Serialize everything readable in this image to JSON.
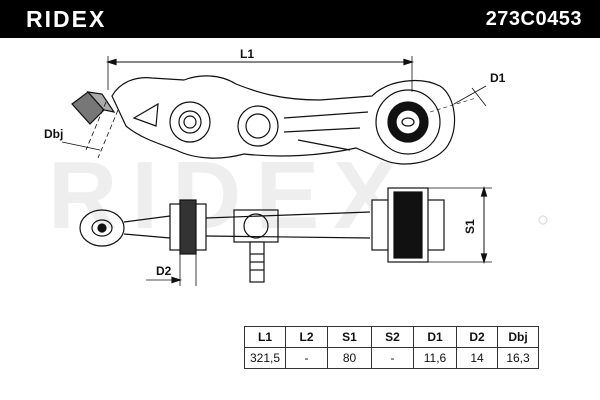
{
  "header": {
    "brand": "RIDEX",
    "part_number": "273C0453"
  },
  "watermark": "RIDEX",
  "dimension_labels": {
    "L1": "L1",
    "D1": "D1",
    "Dbj": "Dbj",
    "D2": "D2",
    "S1": "S1"
  },
  "spec_table": {
    "headers": [
      "L1",
      "L2",
      "S1",
      "S2",
      "D1",
      "D2",
      "Dbj"
    ],
    "values": [
      "321,5",
      "-",
      "80",
      "-",
      "11,6",
      "14",
      "16,3"
    ]
  }
}
